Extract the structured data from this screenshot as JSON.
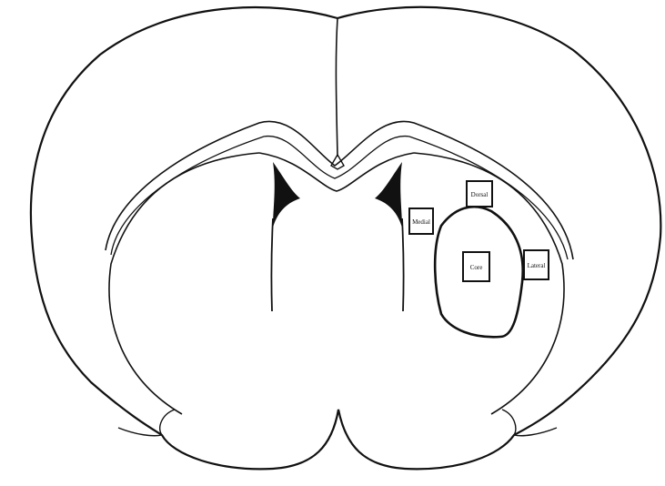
{
  "diagram": {
    "background": "#ffffff",
    "line_color": "#111111",
    "region_boxes": [
      {
        "id": "dorsal",
        "label": "Dorsal"
      },
      {
        "id": "medial",
        "label": "Medial"
      },
      {
        "id": "core",
        "label": "Core"
      },
      {
        "id": "lateral",
        "label": "Lateral"
      }
    ]
  }
}
